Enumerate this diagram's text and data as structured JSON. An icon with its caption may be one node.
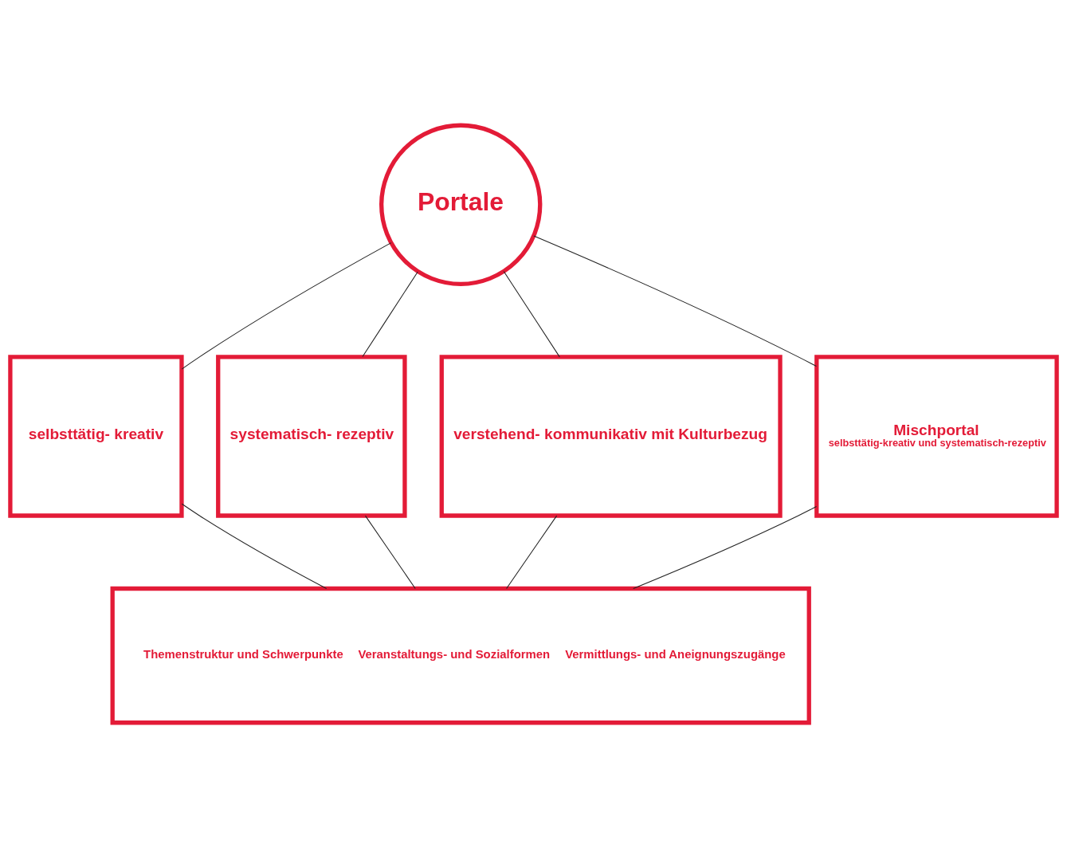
{
  "diagram": {
    "nodes": [
      {
        "text": [
          "Portale"
        ]
      },
      {
        "text": [
          "selbsttätig- kreativ"
        ]
      },
      {
        "text": [
          "systematisch- rezeptiv"
        ]
      },
      {
        "text": [
          "verstehend- kommunikativ mit Kulturbezug"
        ]
      },
      {
        "text": [
          "Mischportal",
          "selbsttätig-kreativ und systematisch-rezeptiv"
        ]
      },
      {
        "text": [
          "Themenstruktur und Schwerpunkte",
          "Veranstaltungs- und Sozialformen",
          "Vermittlungs- und Aneignungszugänge"
        ]
      }
    ],
    "edges": [
      {
        "from": 0,
        "to": 1,
        "arrow": "none"
      },
      {
        "from": 0,
        "to": 2,
        "arrow": "none"
      },
      {
        "from": 0,
        "to": 3,
        "arrow": "none"
      },
      {
        "from": 0,
        "to": 4,
        "arrow": "none"
      },
      {
        "from": 1,
        "to": 5,
        "arrow": "none"
      },
      {
        "from": 2,
        "to": 5,
        "arrow": "none"
      },
      {
        "from": 3,
        "to": 5,
        "arrow": "none"
      },
      {
        "from": 4,
        "to": 5,
        "arrow": "none"
      }
    ]
  }
}
